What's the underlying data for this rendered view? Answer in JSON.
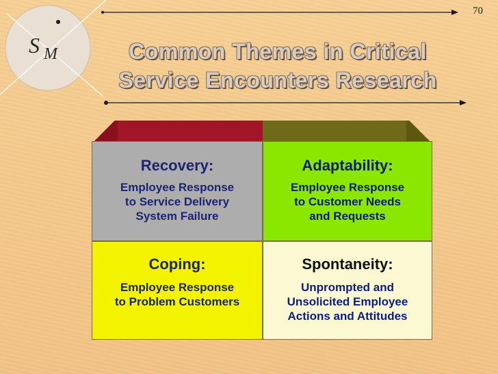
{
  "page_number": "70",
  "logo": {
    "s": "S",
    "m": "M"
  },
  "title_line1": "Common Themes in Critical",
  "title_line2": "Service Encounters Research",
  "quadrants": {
    "recovery": {
      "heading": "Recovery:",
      "lines": [
        "Employee Response",
        "to Service Delivery",
        "System Failure"
      ]
    },
    "adaptability": {
      "heading": "Adaptability:",
      "lines": [
        "Employee Response",
        "to Customer Needs",
        "and Requests"
      ]
    },
    "coping": {
      "heading": "Coping:",
      "lines": [
        "Employee Response",
        "to Problem Customers"
      ]
    },
    "spontaneity": {
      "heading": "Spontaneity:",
      "lines": [
        "Unprompted and",
        "Unsolicited Employee",
        "Actions and Attitudes"
      ]
    }
  },
  "colors": {
    "background": "#f4c98a",
    "recovery": "#adadad",
    "adaptability": "#8be600",
    "coping": "#f3f300",
    "spontaneity": "#fbf8d2",
    "tab_left": "#a01628",
    "tab_right": "#6e6a1a"
  }
}
